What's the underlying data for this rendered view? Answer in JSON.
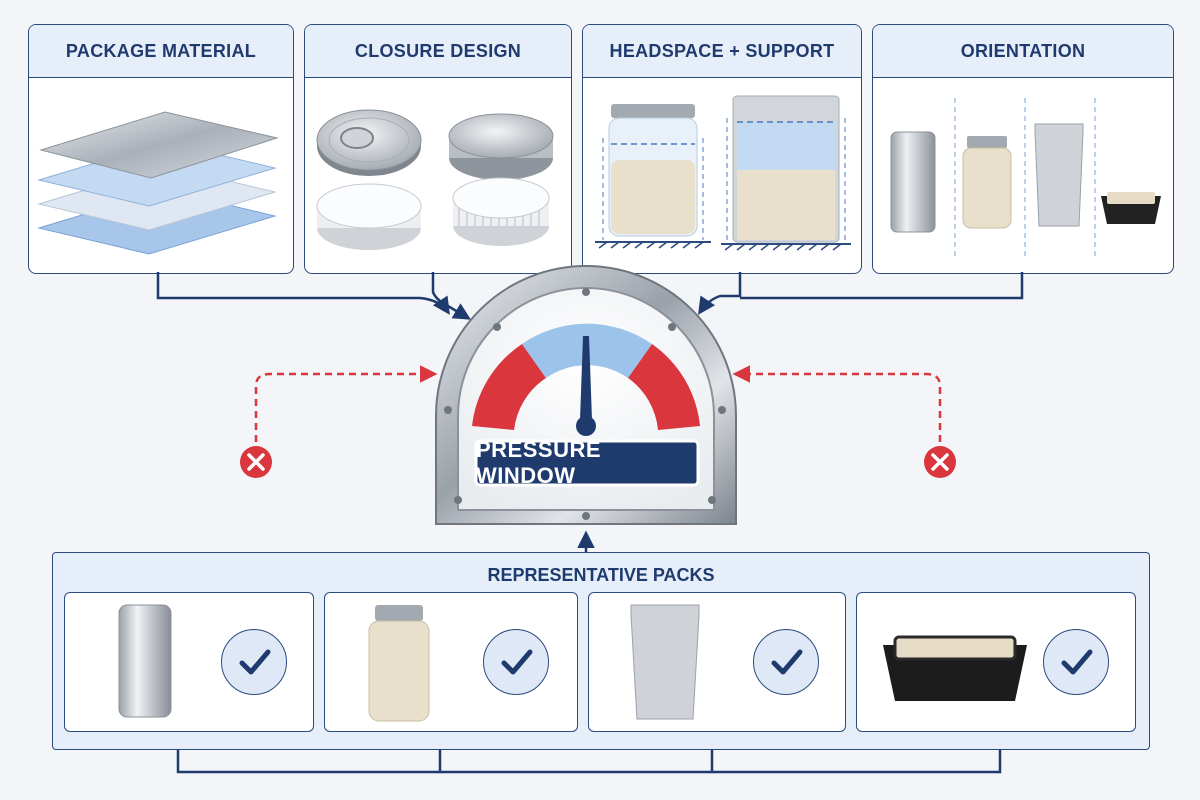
{
  "panels": [
    {
      "title": "PACKAGE MATERIAL"
    },
    {
      "title": "CLOSURE DESIGN"
    },
    {
      "title": "HEADSPACE + SUPPORT"
    },
    {
      "title": "ORIENTATION"
    }
  ],
  "gauge": {
    "label": "PRESSURE WINDOW"
  },
  "representative": {
    "title": "REPRESENTATIVE PACKS"
  },
  "colors": {
    "navy": "#1f3b6e",
    "light_blue": "#e6eef9",
    "red": "#d9363e",
    "blue_zone": "#9cc3ea"
  }
}
